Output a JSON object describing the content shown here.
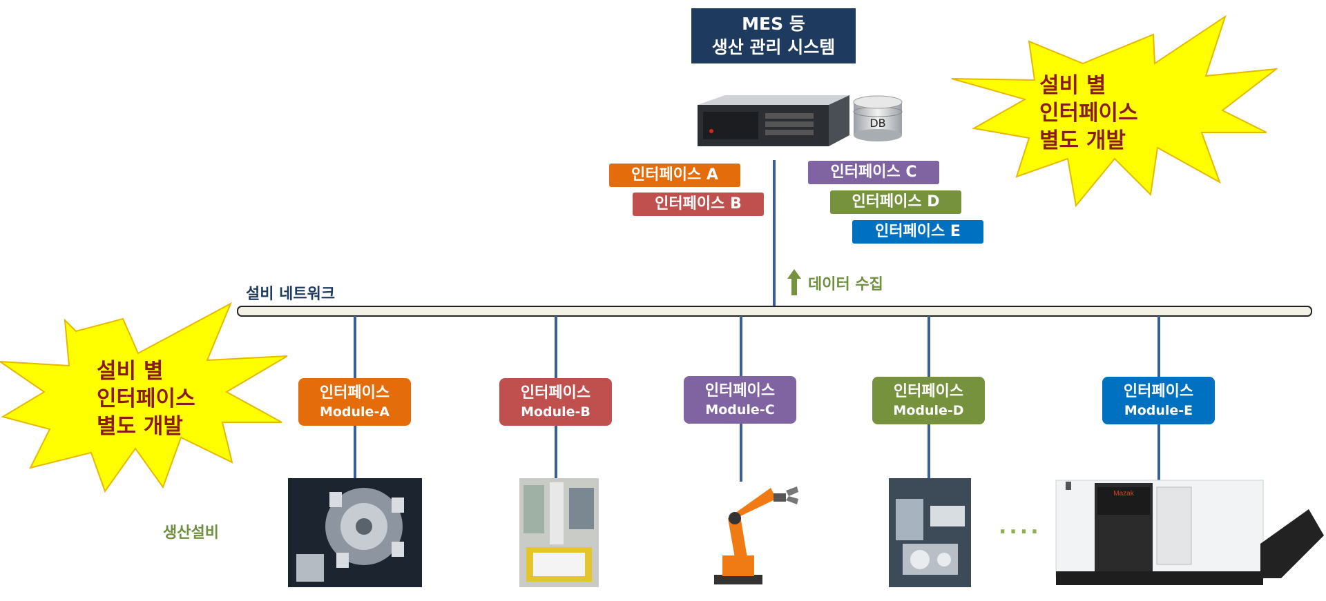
{
  "mes": {
    "line1": "MES 등",
    "line2": "생산 관리 시스템"
  },
  "db_label": "DB",
  "top_interfaces": [
    {
      "label": "인터페이스 A",
      "color": "#e46c0a"
    },
    {
      "label": "인터페이스 B",
      "color": "#c0504d"
    },
    {
      "label": "인터페이스 C",
      "color": "#8064a2"
    },
    {
      "label": "인터페이스 D",
      "color": "#76923c"
    },
    {
      "label": "인터페이스 E",
      "color": "#0070c0"
    }
  ],
  "burst_right": {
    "line1": "설비 별",
    "line2": "인터페이스",
    "line3": "별도 개발"
  },
  "burst_left": {
    "line1": "설비 별",
    "line2": "인터페이스",
    "line3": "별도 개발"
  },
  "network_label": "설비 네트워크",
  "collect_label": "데이터 수집",
  "modules": [
    {
      "line1": "인터페이스",
      "line2": "Module-A",
      "color": "#e46c0a"
    },
    {
      "line1": "인터페이스",
      "line2": "Module-B",
      "color": "#c0504d"
    },
    {
      "line1": "인터페이스",
      "line2": "Module-C",
      "color": "#8064a2"
    },
    {
      "line1": "인터페이스",
      "line2": "Module-D",
      "color": "#76923c"
    },
    {
      "line1": "인터페이스",
      "line2": "Module-E",
      "color": "#0070c0"
    }
  ],
  "equipment_label": "생산설비",
  "ellipsis": "....",
  "machine_brand": "Mazak",
  "colors": {
    "line": "#3a5f98",
    "burst_fill": "#ffff00",
    "burst_stroke": "#e6b800",
    "burst_text": "#8b1a1a",
    "network_bar": "#f3f1e6"
  }
}
